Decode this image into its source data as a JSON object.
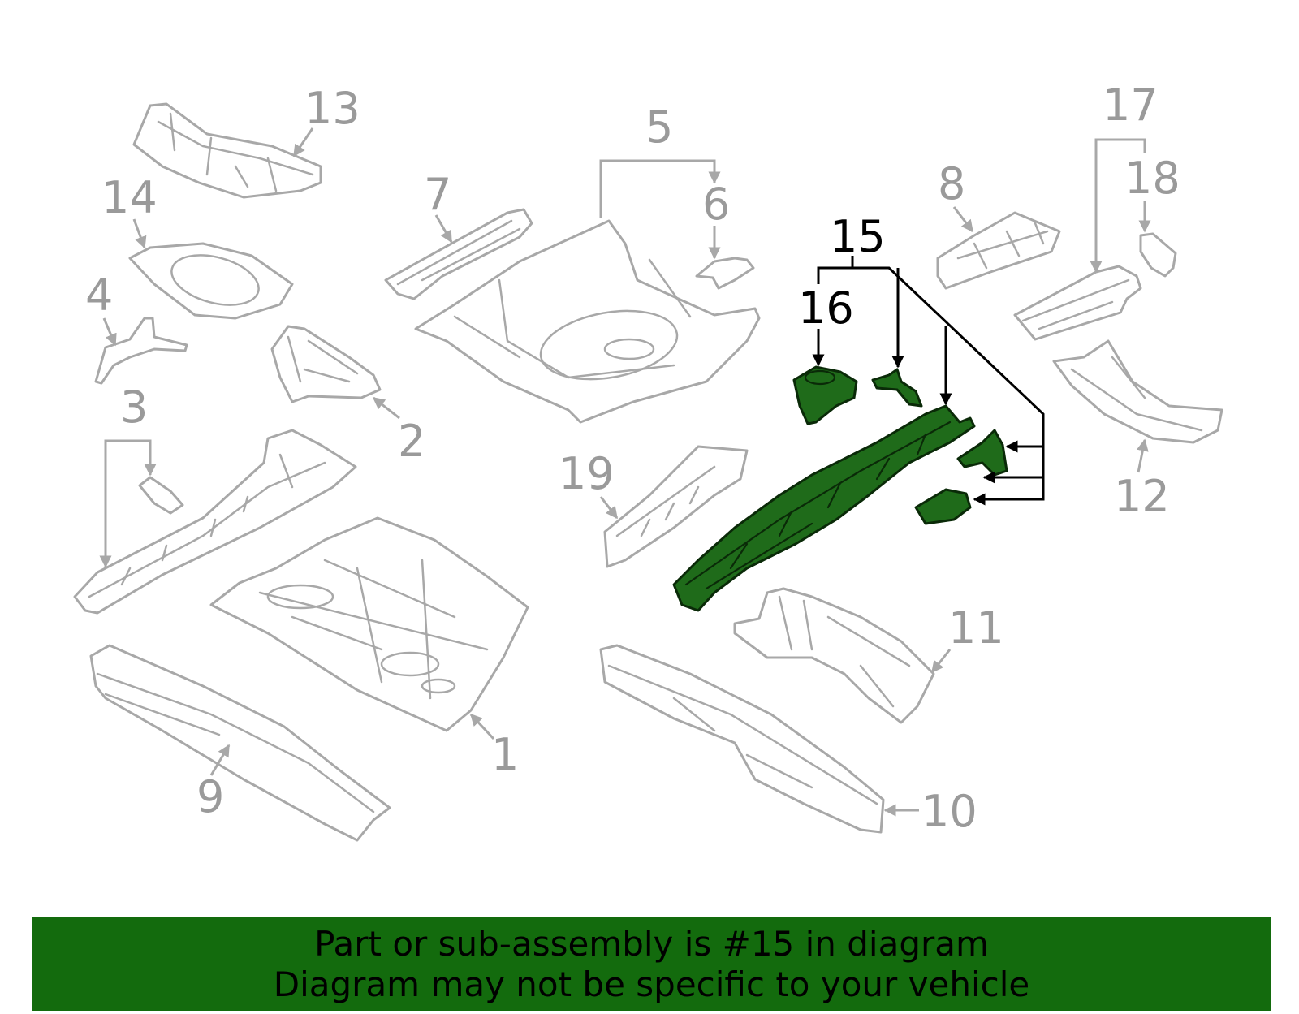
{
  "callouts": {
    "c1": "1",
    "c2": "2",
    "c3": "3",
    "c4": "4",
    "c5": "5",
    "c6": "6",
    "c7": "7",
    "c8": "8",
    "c9": "9",
    "c10": "10",
    "c11": "11",
    "c12": "12",
    "c13": "13",
    "c14": "14",
    "c15": "15",
    "c16": "16",
    "c17": "17",
    "c18": "18",
    "c19": "19"
  },
  "highlighted_part": "15",
  "colors": {
    "highlight": "#1f6b1a",
    "banner": "#136b0d",
    "part_outline": "#a8a8a8"
  },
  "banner": {
    "line1": "Part or sub-assembly is #15 in diagram",
    "line2": "Diagram may not be specific to your vehicle"
  }
}
